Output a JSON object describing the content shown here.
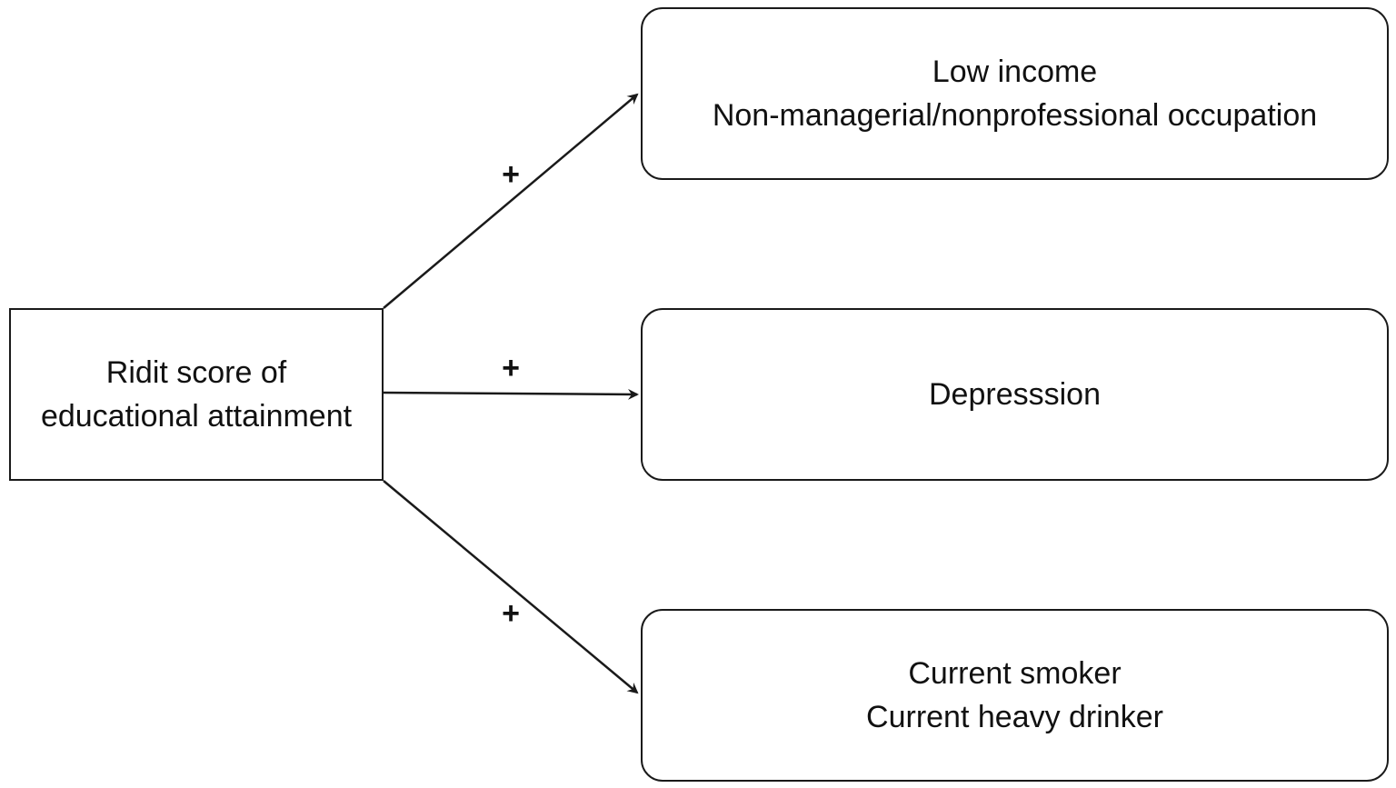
{
  "source": {
    "lines": [
      "Ridit score of",
      "educational attainment"
    ]
  },
  "outcomes": [
    {
      "lines": [
        "Low income",
        "Non-managerial/nonprofessional occupation"
      ]
    },
    {
      "lines": [
        "Depresssion"
      ]
    },
    {
      "lines": [
        "Current smoker",
        "Current heavy drinker"
      ]
    }
  ],
  "edges": [
    {
      "sign": "+"
    },
    {
      "sign": "+"
    },
    {
      "sign": "+"
    }
  ],
  "colors": {
    "stroke": "#1a1a1a",
    "background": "#ffffff"
  }
}
